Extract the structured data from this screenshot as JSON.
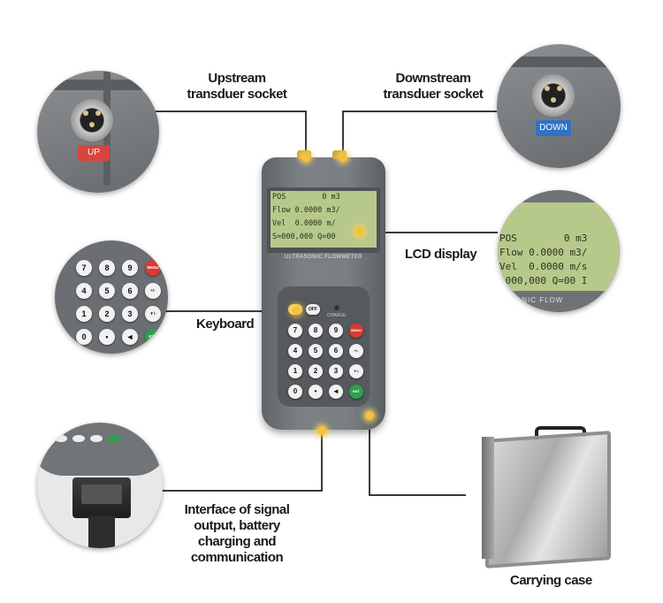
{
  "callouts": {
    "upstream": "Upstream\ntransduer socket",
    "downstream": "Downstream\ntransduer socket",
    "lcd": "LCD display",
    "keyboard": "Keyboard",
    "interface": "Interface of signal\noutput, battery\ncharging and\ncommunication",
    "case": "Carrying case"
  },
  "device": {
    "name": "ULTRASONIC FLOWMETER",
    "charge_label": "CHARGE",
    "socket_up": "UP",
    "socket_down": "DOWN",
    "screen_lines": [
      "POS        0 m3",
      "Flow 0.0000 m3/",
      "Vel  0.0000 m/",
      "S=000,000 Q=00"
    ],
    "zoom_screen_lines": [
      "POS        0 m3",
      "Flow 0.0000 m3/",
      "Vel  0.0000 m/s",
      "=000,000 Q=00 I"
    ],
    "zoom_panel_text": "ONIC FLOW",
    "keypad_top": [
      "",
      "OFF"
    ],
    "keys": [
      [
        "7",
        "8",
        "9",
        "MENU"
      ],
      [
        "4",
        "5",
        "6",
        "+/-"
      ],
      [
        "1",
        "2",
        "3",
        "▼/-"
      ],
      [
        "0",
        "•",
        "◄",
        "ENT"
      ]
    ]
  },
  "colors": {
    "accent_dot": "#f4c23a",
    "socket_up": "#d64540",
    "socket_down": "#2f72c7",
    "lcd": "#b7c98a",
    "body": "#6d7276"
  },
  "icons": [
    "power-key-icon",
    "db9-connector-icon",
    "aviation-plug-icon"
  ]
}
